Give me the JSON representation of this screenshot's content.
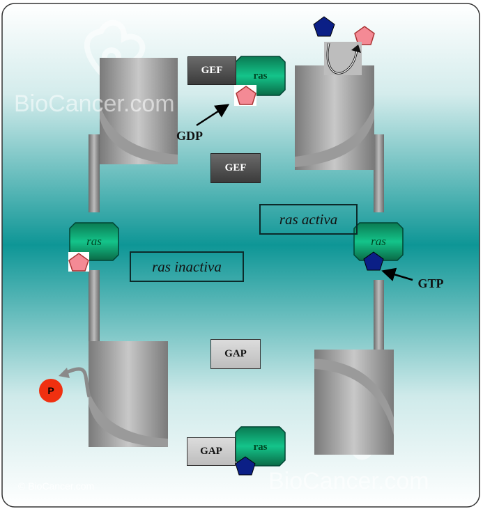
{
  "labels": {
    "ras_inactiva": "ras inactiva",
    "ras_activa": "ras activa",
    "gef_center": "GEF",
    "gap_center": "GAP",
    "gef_top": "GEF",
    "gap_bottom": "GAP",
    "gdp": "GDP",
    "gtp": "GTP",
    "ras": "ras",
    "phosphate": "P"
  },
  "watermark": {
    "logo_text": "BioCancer.com",
    "copyright": "© BioCancer.com"
  },
  "colors": {
    "teal": "#0e9696",
    "ras_green": "#0bb07a",
    "gdp_pink": "#f48a95",
    "gtp_blue": "#0b1f86",
    "phosphate_red": "#f03010"
  }
}
